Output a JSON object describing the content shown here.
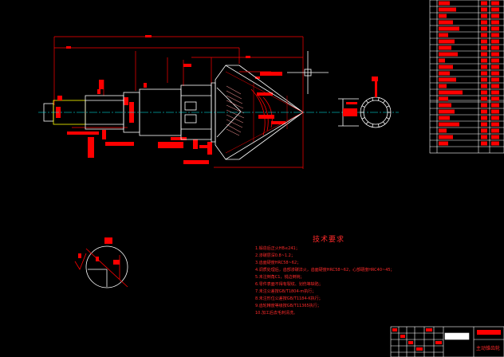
{
  "tech_requirements": {
    "title": "技术要求",
    "items": [
      "1.锻造后正火HB≤241；",
      "2.渗碳层深0.8~1.2；",
      "3.齿面硬度HRC58~62；",
      "4.调质处理后，齿部渗碳淬火，齿面硬度HRC58~62，心部硬度HRC40~45；",
      "5.未注倒角C1，锐边倒钝；",
      "6.零件表面不得有裂纹、划伤等缺陷；",
      "7.未注公差按GB/T1804-m执行；",
      "8.未注形位公差按GB/T1184-K执行；",
      "9.齿轮精度等级按GB/T11365执行；",
      "10.加工后去毛刺清洗。"
    ]
  },
  "title_block": {
    "drawing_name": "主动锥齿轮"
  },
  "colors": {
    "background": "#000000",
    "line_red": "#ff0000",
    "line_white": "#ffffff",
    "line_yellow": "#ffff00",
    "hatch": "#d98080"
  },
  "icons": {
    "crosshair": "crosshair-cursor-icon",
    "roughness": "roughness-symbol-icon"
  }
}
